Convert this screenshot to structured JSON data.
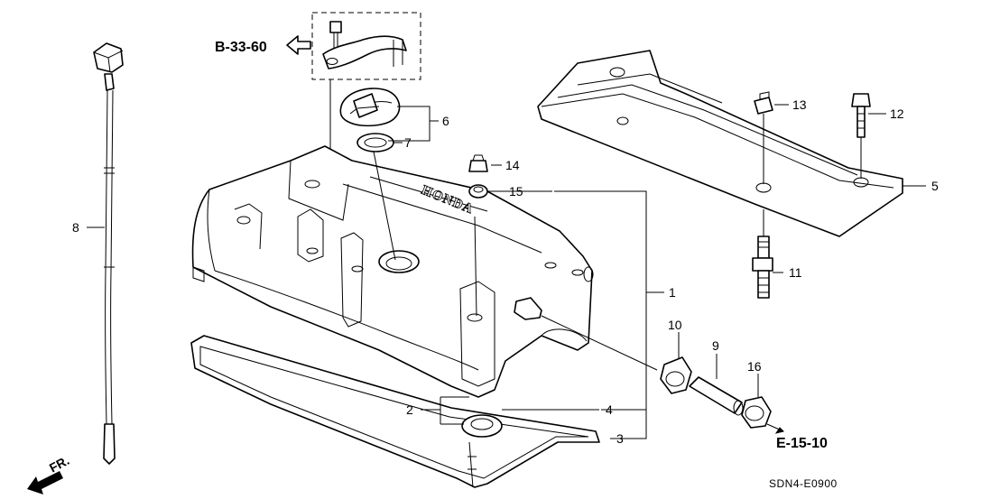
{
  "references": {
    "b_33_60": "B-33-60",
    "e_15_10": "E-15-10",
    "front": "FR."
  },
  "brand_text": "HONDA",
  "diagram_code": "SDN4-E0900",
  "callouts": {
    "p1": "1",
    "p2": "2",
    "p3": "3",
    "p4": "4",
    "p5": "5",
    "p6": "6",
    "p7": "7",
    "p8": "8",
    "p9": "9",
    "p10": "10",
    "p11": "11",
    "p12": "12",
    "p13": "13",
    "p14": "14",
    "p15": "15",
    "p16": "16"
  }
}
